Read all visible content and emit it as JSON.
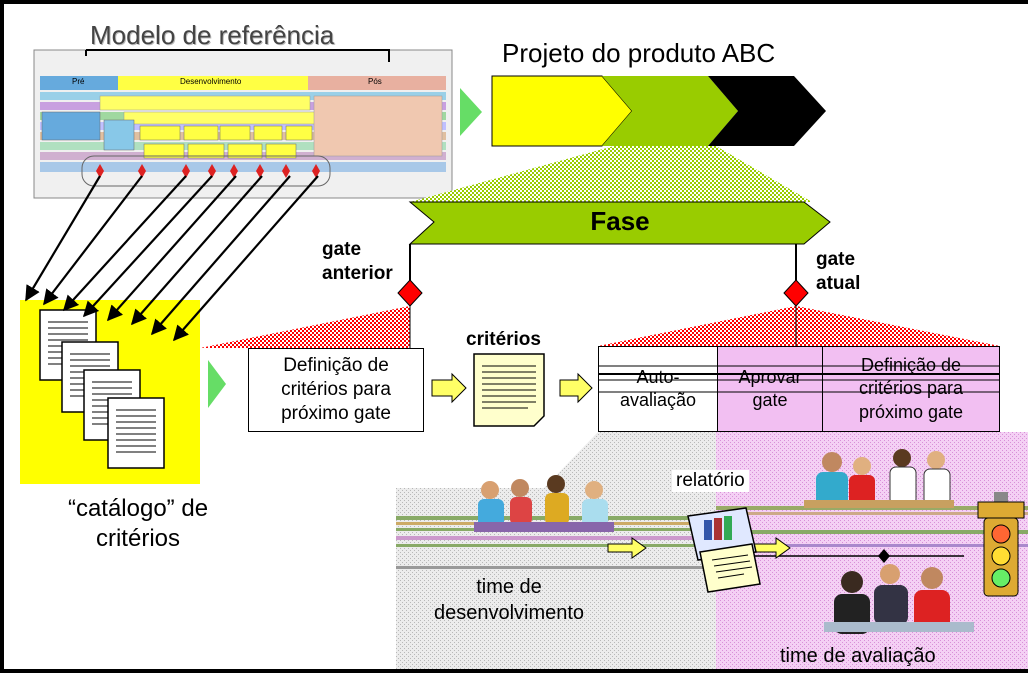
{
  "reference_model": {
    "title": "Modelo de referência",
    "labels": {
      "pre": "Pré",
      "desenvolvimento": "Desenvolvimento",
      "pos": "Pós"
    }
  },
  "project": {
    "title": "Projeto do produto ABC"
  },
  "phase": {
    "label": "Fase",
    "gate_previous": "gate\nanterior",
    "gate_current": "gate\natual"
  },
  "left_flow": {
    "definition_box": "Definição de\ncritérios para\npróximo gate",
    "criterios_label": "critérios",
    "catalog_label": "“catálogo” de\ncritérios"
  },
  "gate_table": {
    "cells": [
      "Auto-\navaliação",
      "Aprovar\ngate",
      "Definição de\ncritérios para\npróximo gate"
    ]
  },
  "bottom": {
    "report_label": "relatório",
    "dev_team": "time de\ndesenvolvimento",
    "eval_team": "time de avaliação"
  },
  "colors": {
    "yellow": "#ffff00",
    "green": "#99cc00",
    "black": "#000000",
    "red": "#ff0000",
    "pink": "#f2bff2",
    "gray": "#e0e0e0",
    "light_green": "#66dd66",
    "cream": "#ffffcc"
  },
  "icons": [
    "document-icon",
    "traffic-light-icon",
    "people-group-icon",
    "report-icon"
  ]
}
